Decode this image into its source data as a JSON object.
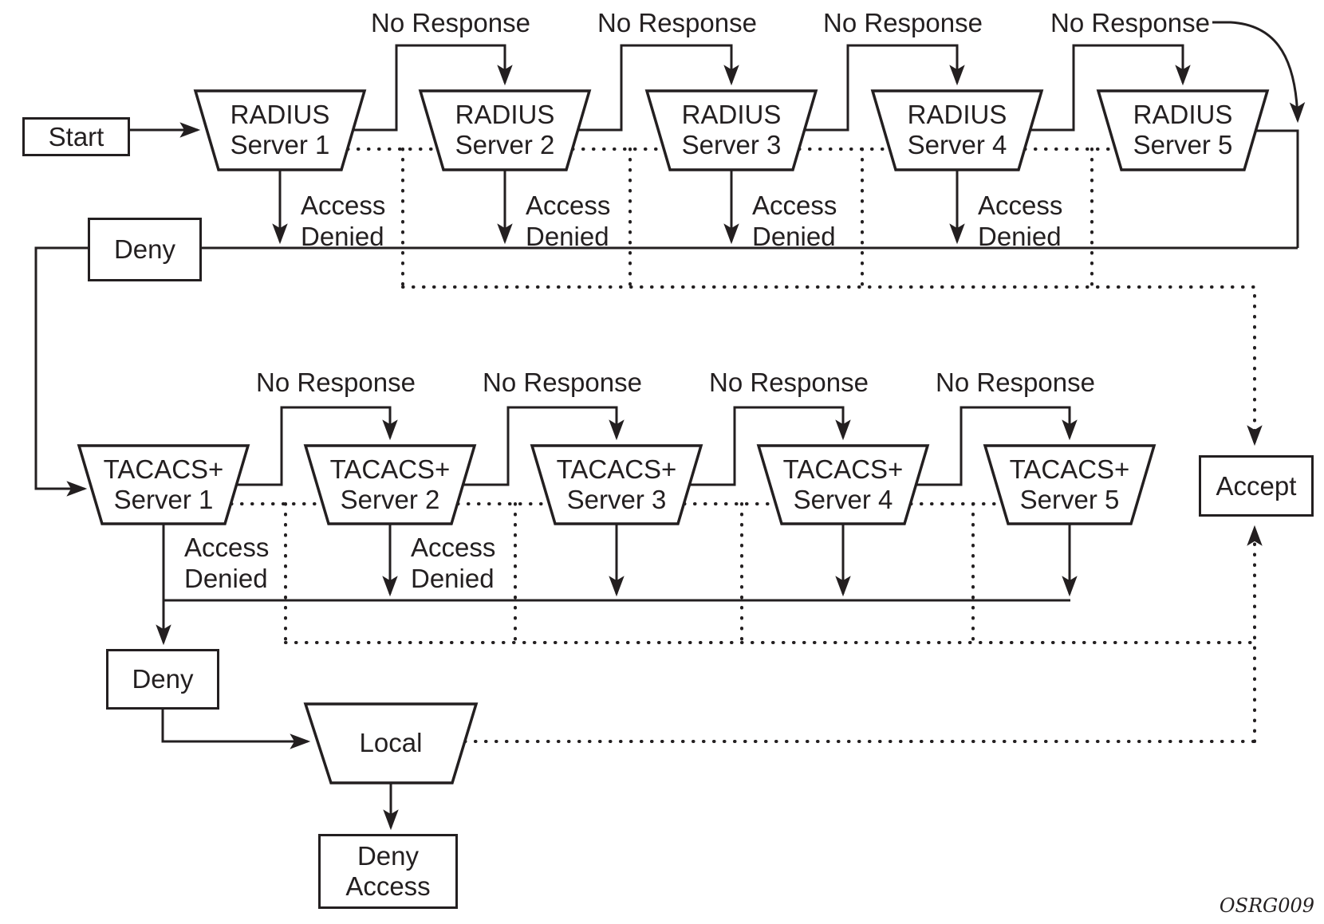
{
  "diagram": {
    "figure_code": "OSRG009",
    "colors": {
      "ink": "#231f20",
      "background": "#ffffff"
    },
    "labels": {
      "no_response": "No Response",
      "access": "Access",
      "denied": "Denied"
    },
    "nodes": {
      "start": "Start",
      "deny_radius": "Deny",
      "deny_tacacs": "Deny",
      "accept": "Accept",
      "local": "Local",
      "deny_access_line1": "Deny",
      "deny_access_line2": "Access"
    },
    "radius_servers": [
      {
        "line1": "RADIUS",
        "line2": "Server 1"
      },
      {
        "line1": "RADIUS",
        "line2": "Server 2"
      },
      {
        "line1": "RADIUS",
        "line2": "Server 3"
      },
      {
        "line1": "RADIUS",
        "line2": "Server 4"
      },
      {
        "line1": "RADIUS",
        "line2": "Server 5"
      }
    ],
    "tacacs_servers": [
      {
        "line1": "TACACS+",
        "line2": "Server 1"
      },
      {
        "line1": "TACACS+",
        "line2": "Server 2"
      },
      {
        "line1": "TACACS+",
        "line2": "Server 3"
      },
      {
        "line1": "TACACS+",
        "line2": "Server 4"
      },
      {
        "line1": "TACACS+",
        "line2": "Server 5"
      }
    ]
  }
}
